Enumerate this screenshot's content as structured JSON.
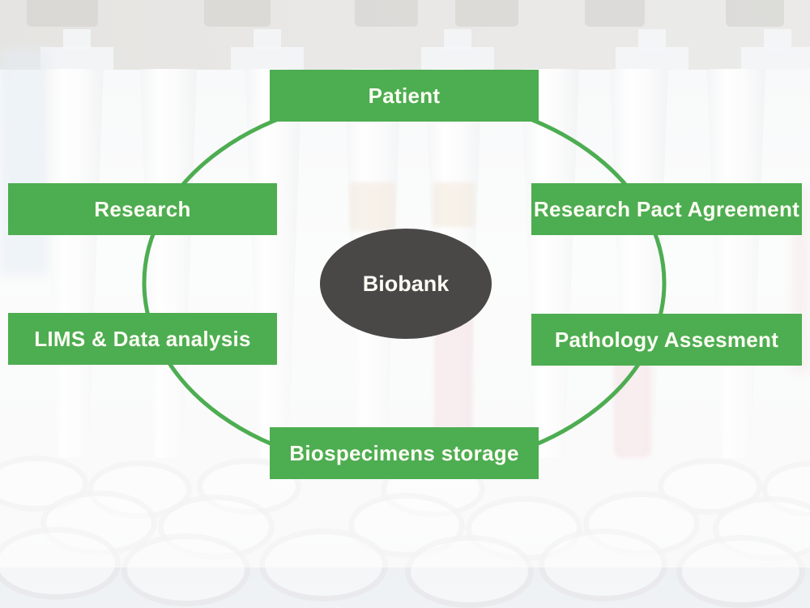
{
  "diagram": {
    "center": {
      "label": "Biobank"
    },
    "nodes": [
      {
        "id": "patient",
        "label": "Patient"
      },
      {
        "id": "research-pact-agreement",
        "label": "Research Pact Agreement"
      },
      {
        "id": "pathology-assesment",
        "label": "Pathology Assesment"
      },
      {
        "id": "biospecimens-storage",
        "label": "Biospecimens storage"
      },
      {
        "id": "lims-data-analysis",
        "label": "LIMS & Data analysis"
      },
      {
        "id": "research",
        "label": "Research"
      }
    ],
    "colors": {
      "node_green": "#4dad51",
      "ring_green": "#4dad51",
      "center_gray": "#4a4747",
      "text": "#fdfdf4"
    }
  }
}
